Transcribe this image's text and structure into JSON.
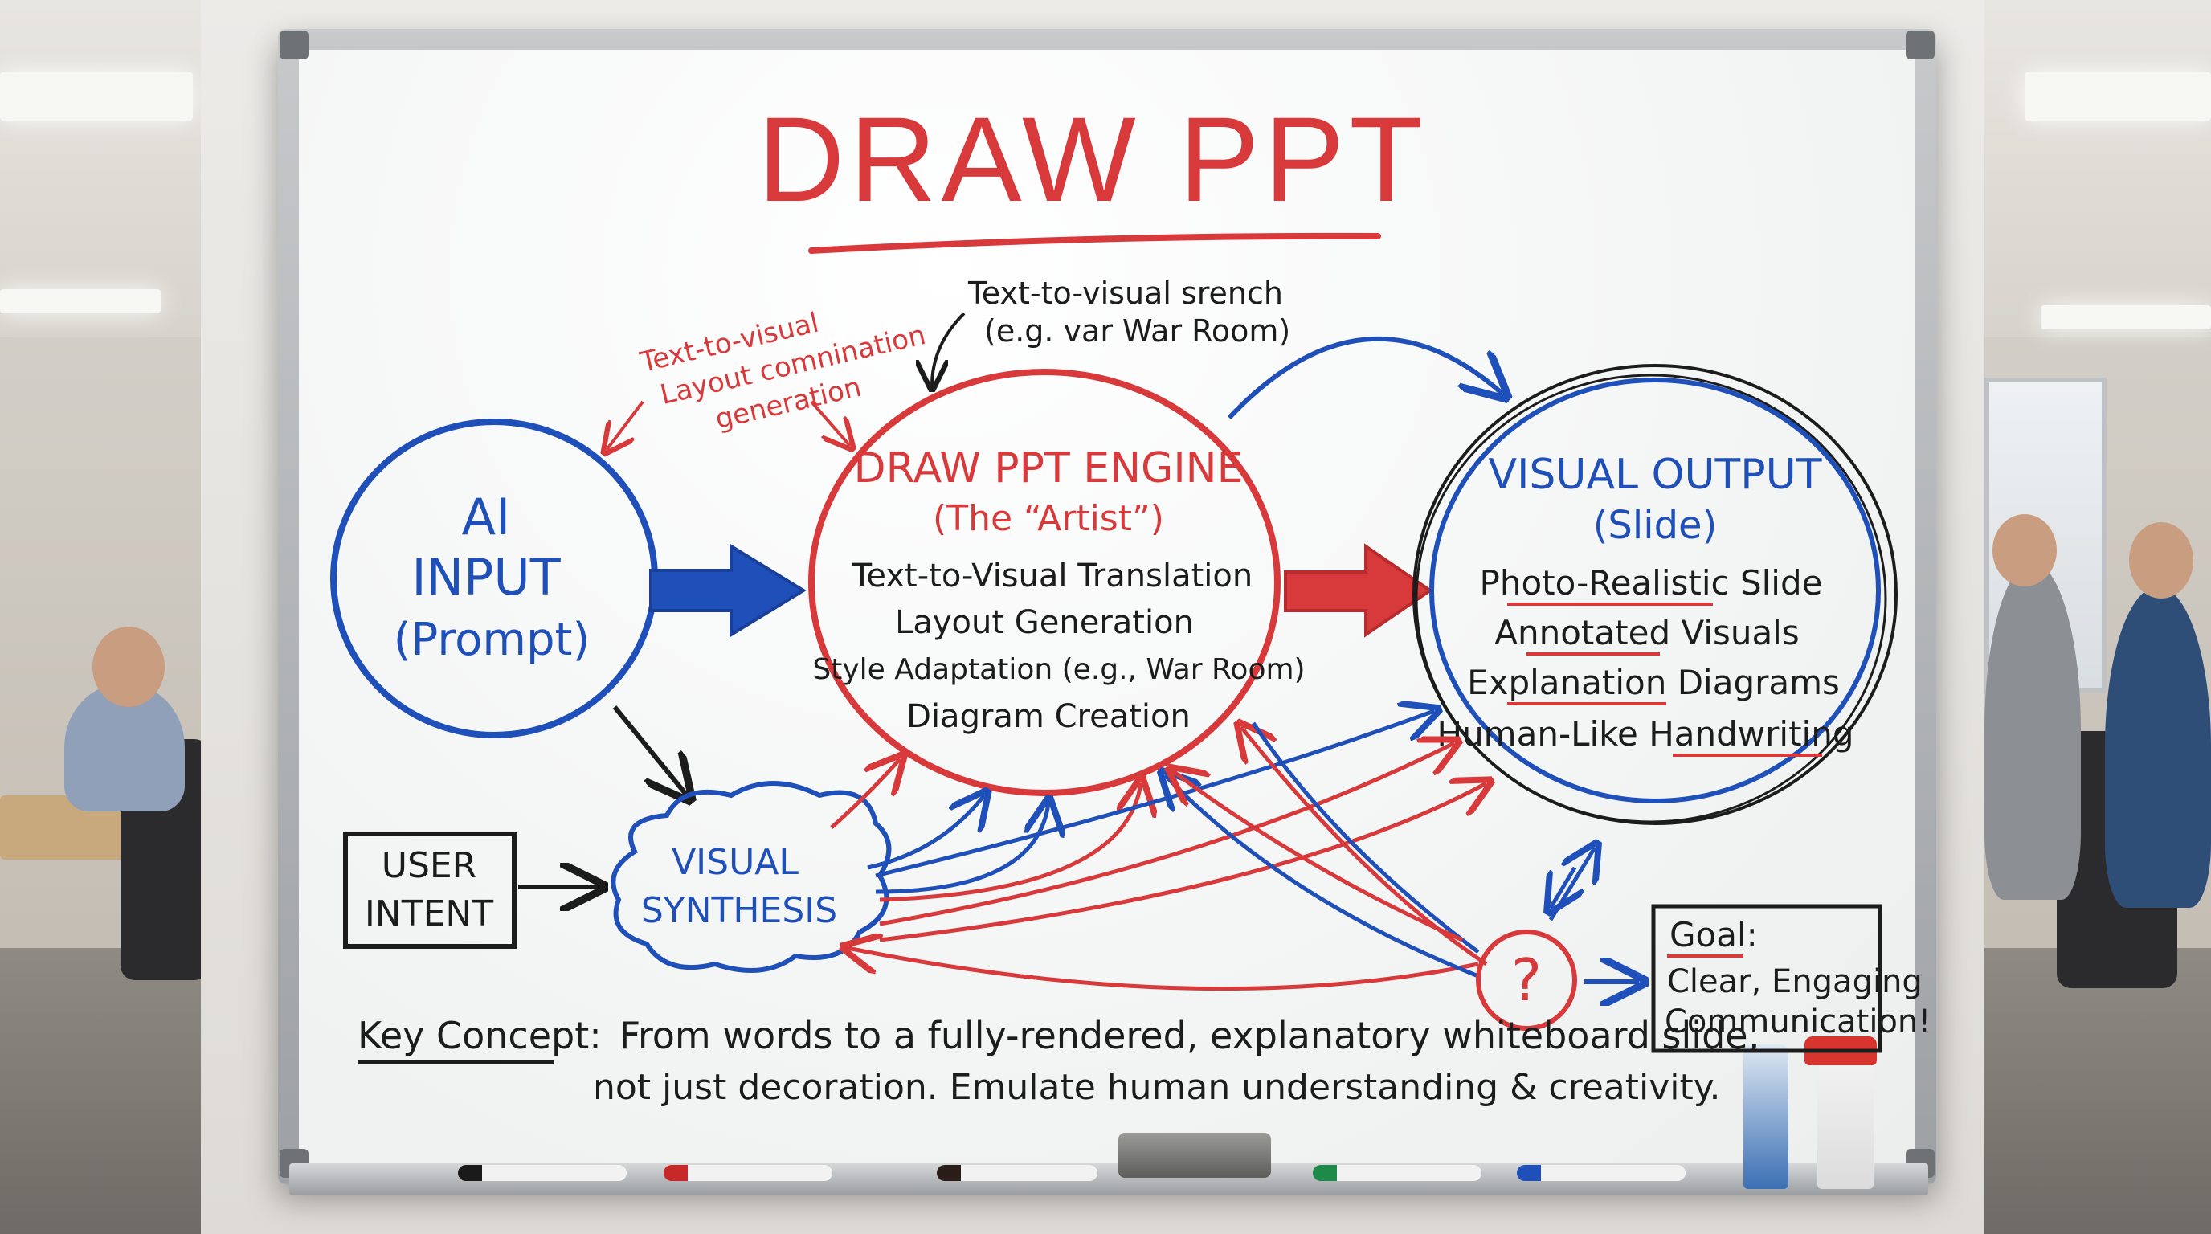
{
  "title": "DRAW PPT",
  "annotations": {
    "left_top": [
      "Text-to-visual",
      "Layout comnination",
      "generation"
    ],
    "center_top": [
      "Text-to-visual srench",
      "(e.g. var War Room)"
    ]
  },
  "ai_input": {
    "lines": [
      "AI",
      "INPUT",
      "(Prompt)"
    ]
  },
  "engine": {
    "title": "DRAW PPT ENGINE",
    "subtitle": "(The “Artist”)",
    "items": [
      "Text-to-Visual Translation",
      "Layout Generation",
      "Style Adaptation (e.g., War Room)",
      "Diagram Creation"
    ]
  },
  "output": {
    "title": "VISUAL OUTPUT",
    "subtitle": "(Slide)",
    "items": [
      {
        "u": "Photo-Realistic",
        "r": " Slide"
      },
      {
        "u": "Annotated",
        "r": " Visuals"
      },
      {
        "u": "Explanation",
        "r": " Diagrams"
      },
      {
        "p": "Human-Like ",
        "u": "Handwriting"
      }
    ]
  },
  "user_intent": [
    "USER",
    "INTENT"
  ],
  "synthesis": [
    "VISUAL",
    "SYNTHESIS"
  ],
  "question_mark": "?",
  "goal": {
    "label": "Goal",
    "colon": ":",
    "lines": [
      "Clear, Engaging",
      "Communication!"
    ]
  },
  "key_concept": {
    "label": "Key Concept",
    "colon": ":",
    "line1": "From words to a fully-rendered, explanatory whiteboard slide,",
    "line2": "not just decoration. Emulate human understanding & creativity."
  },
  "colors": {
    "red": "#d8393a",
    "blue": "#1f4fb8",
    "black": "#1c1c1c"
  }
}
